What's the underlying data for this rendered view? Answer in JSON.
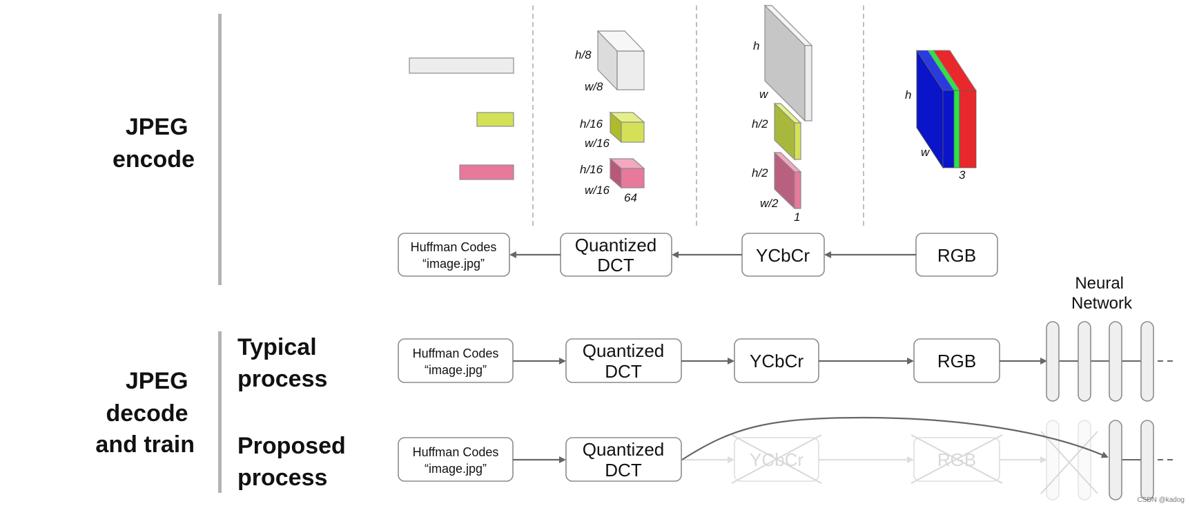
{
  "encode": {
    "title_lines": [
      "JPEG",
      "encode"
    ],
    "boxes": {
      "huffman": [
        "Huffman Codes",
        "“image.jpg”"
      ],
      "dct": [
        "Quantized",
        "DCT"
      ],
      "ycbcr": "YCbCr",
      "rgb": "RGB"
    },
    "dims": {
      "dct_y_h": "h/8",
      "dct_y_w": "w/8",
      "dct_cb_h": "h/16",
      "dct_cb_w": "w/16",
      "dct_cr_h": "h/16",
      "dct_cr_w": "w/16",
      "dct_depth": "64",
      "ycc_y_h": "h",
      "ycc_y_w": "w",
      "ycc_cb_h": "h/2",
      "ycc_cr_h": "h/2",
      "ycc_cr_w": "w/2",
      "ycc_depth": "1",
      "rgb_h": "h",
      "rgb_w": "w",
      "rgb_depth": "3"
    },
    "colors": {
      "y": "#ededed",
      "cb": "#d4e157",
      "cr": "#e8799b",
      "rgb_blue": "#0a14c8",
      "rgb_green": "#2ee04a",
      "rgb_red": "#e8282a"
    }
  },
  "decode": {
    "title_lines": [
      "JPEG",
      "decode",
      "and train"
    ],
    "typical": {
      "title_lines": [
        "Typical",
        "process"
      ],
      "huffman": [
        "Huffman Codes",
        "“image.jpg”"
      ],
      "dct": [
        "Quantized",
        "DCT"
      ],
      "ycbcr": "YCbCr",
      "rgb": "RGB"
    },
    "proposed": {
      "title_lines": [
        "Proposed",
        "process"
      ],
      "huffman": [
        "Huffman Codes",
        "“image.jpg”"
      ],
      "dct": [
        "Quantized",
        "DCT"
      ],
      "ycbcr": "YCbCr",
      "rgb": "RGB"
    },
    "neural_network_lines": [
      "Neural",
      "Network"
    ]
  },
  "watermark": "CSDN @kadog"
}
